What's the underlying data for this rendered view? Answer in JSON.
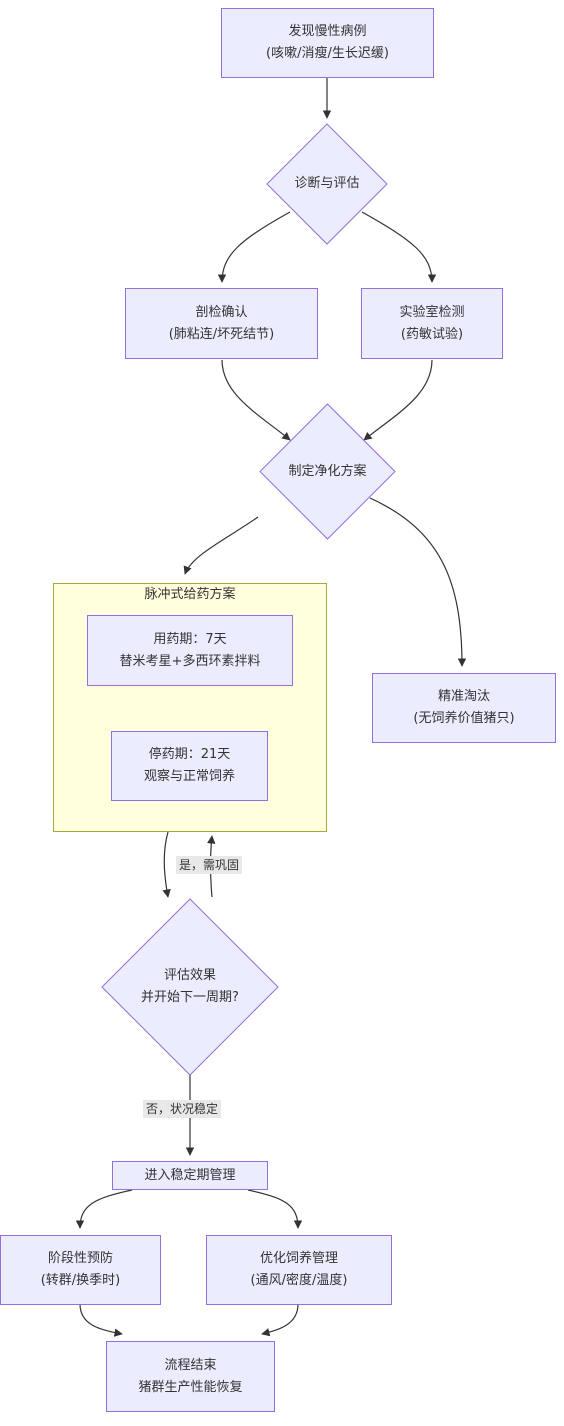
{
  "nodes": {
    "discover": {
      "line1": "发现慢性病例",
      "line2": "(咳嗽/消瘦/生长迟缓)"
    },
    "diagnose": {
      "line1": "诊断与评估"
    },
    "necropsy": {
      "line1": "剖检确认",
      "line2": "(肺粘连/坏死结节)"
    },
    "lab": {
      "line1": "实验室检测",
      "line2": "(药敏试验)"
    },
    "plan": {
      "line1": "制定净化方案"
    },
    "cull": {
      "line1": "精准淘汰",
      "line2": "(无饲养价值猪只)"
    },
    "medication": {
      "line1": "用药期：7天",
      "line2": "替米考星+多西环素拌料"
    },
    "withdrawal": {
      "line1": "停药期：21天",
      "line2": "观察与正常饲养"
    },
    "evaluate": {
      "line1": "评估效果",
      "line2": "并开始下一周期?"
    },
    "stable": {
      "line1": "进入稳定期管理"
    },
    "prevent": {
      "line1": "阶段性预防",
      "line2": "(转群/换季时)"
    },
    "optimize": {
      "line1": "优化饲养管理",
      "line2": "(通风/密度/温度)"
    },
    "end": {
      "line1": "流程结束",
      "line2": "猪群生产性能恢复"
    }
  },
  "cluster": {
    "title": "脉冲式给药方案"
  },
  "edge_labels": {
    "yes": "是，需巩固",
    "no": "否，状况稳定"
  },
  "colors": {
    "node_fill": "#ececff",
    "node_border": "#9370db",
    "cluster_fill": "#ffffde",
    "cluster_border": "#aaaa33",
    "edge": "#333333"
  }
}
